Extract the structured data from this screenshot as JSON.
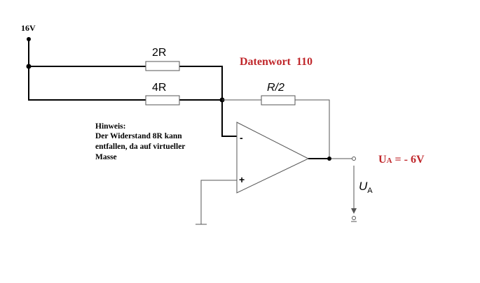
{
  "supply": {
    "label": "16V"
  },
  "resistors": [
    {
      "id": "r1",
      "label": "2R"
    },
    {
      "id": "r2",
      "label": "4R"
    },
    {
      "id": "rf",
      "label": "R/2"
    }
  ],
  "dataword": {
    "label": "Datenwort",
    "value": "110"
  },
  "note": {
    "lines": [
      "Hinweis:",
      "Der Widerstand 8R kann",
      "entfallen, da auf virtueller",
      "Masse"
    ]
  },
  "opamp": {
    "minus_label": "-",
    "plus_label": "+"
  },
  "output": {
    "voltage_main": "U",
    "voltage_sub": "A",
    "result_main": "U",
    "result_sub": "A",
    "result_value": " = - 6V"
  },
  "colors": {
    "accent_red": "#c0282c",
    "wire": "#000000",
    "component": "#555555"
  }
}
